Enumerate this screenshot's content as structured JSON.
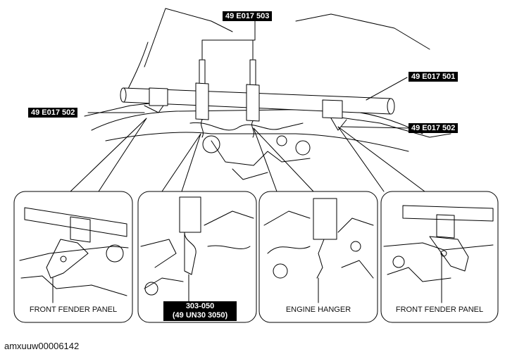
{
  "callouts": {
    "top": "49 E017 503",
    "right_upper": "49 E017 501",
    "left": "49 E017 502",
    "right_lower": "49 E017 502"
  },
  "panels": [
    {
      "caption": "FRONT FENDER PANEL"
    },
    {
      "caption_line1": "303-050",
      "caption_line2": "(49 UN30 3050)"
    },
    {
      "caption": "ENGINE HANGER"
    },
    {
      "caption": "FRONT FENDER PANEL"
    }
  ],
  "doc_id": "amxuuw00006142"
}
